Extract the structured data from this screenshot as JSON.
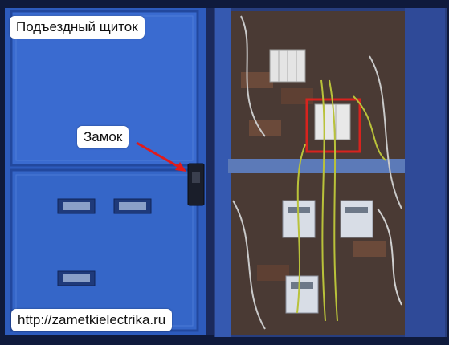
{
  "labels": {
    "title": "Подъездный щиток",
    "lock": "Замок",
    "url": "http://zametkielectrika.ru"
  },
  "colors": {
    "cabinet_blue": "#3565c4",
    "frame_dark": "#1b2a5c",
    "highlight_red": "#d8231e",
    "arrow_red": "#e01b1b",
    "wire_yellow_green": "#b9c23a"
  },
  "scene": {
    "left_panel": "closed blue metal distribution cabinet with lock",
    "right_panel": "open cabinet showing circuit breakers, electricity meters and wiring"
  }
}
